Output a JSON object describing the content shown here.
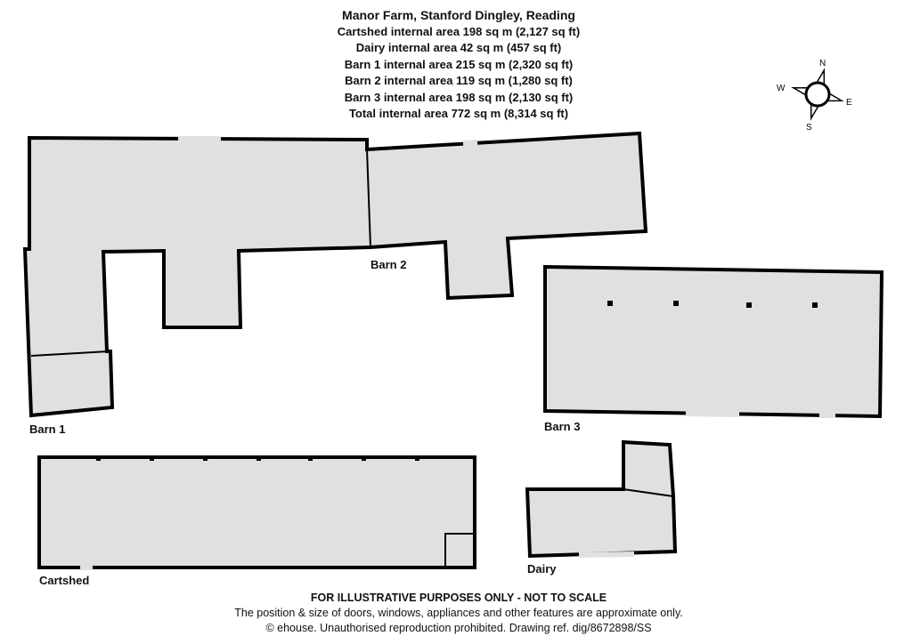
{
  "header": {
    "title": "Manor Farm, Stanford Dingley, Reading",
    "areas": [
      "Cartshed internal area 198 sq m (2,127 sq ft)",
      "Dairy internal area 42 sq m (457 sq ft)",
      "Barn 1 internal area 215 sq m (2,320 sq ft)",
      "Barn 2 internal area 119 sq m (1,280 sq ft)",
      "Barn 3 internal area 198 sq m (2,130 sq ft)",
      "Total internal area 772 sq m (8,314 sq ft)"
    ]
  },
  "compass": {
    "n": "N",
    "e": "E",
    "s": "S",
    "w": "W"
  },
  "rooms": {
    "barn1": "Barn 1",
    "barn2": "Barn 2",
    "barn3": "Barn 3",
    "cartshed": "Cartshed",
    "dairy": "Dairy"
  },
  "footer": {
    "disclaimer": "FOR ILLUSTRATIVE PURPOSES ONLY - NOT TO SCALE",
    "note": "The position & size of doors, windows, appliances and other features are approximate only.",
    "copyright": "© ehouse. Unauthorised reproduction prohibited. Drawing ref. dig/8672898/SS"
  },
  "colors": {
    "floor": "#e0e0e0",
    "wall": "#000000"
  }
}
